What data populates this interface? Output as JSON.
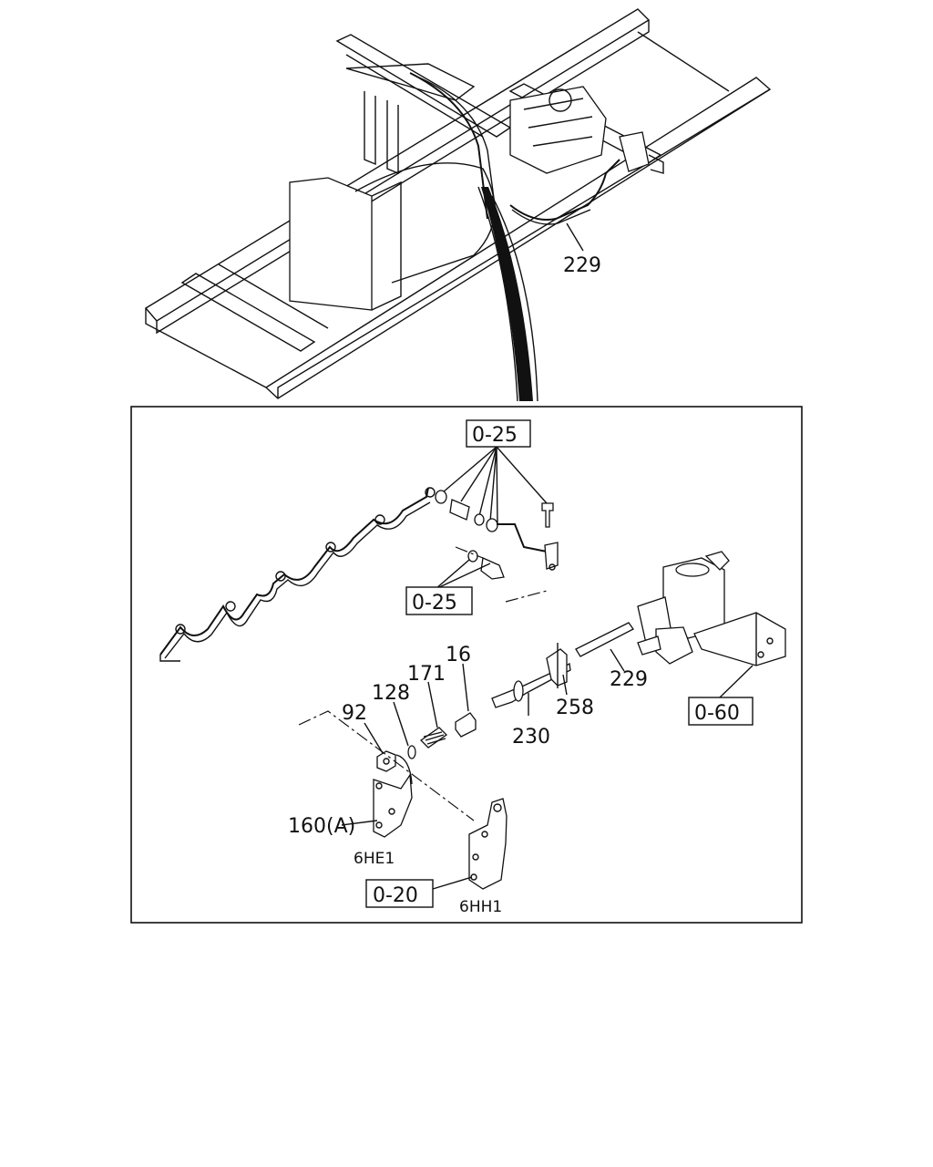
{
  "callouts": {
    "top_229": "229",
    "ref_0_25_top": "0-25",
    "ref_0_25_mid": "0-25",
    "p16": "16",
    "p171": "171",
    "p128": "128",
    "p92": "92",
    "p229": "229",
    "p258": "258",
    "p230": "230",
    "ref_0_60": "0-60",
    "p160a": "160(A)",
    "ref_0_20": "0-20"
  },
  "engine_labels": {
    "e1": "6HE1",
    "e2": "6HH1"
  }
}
